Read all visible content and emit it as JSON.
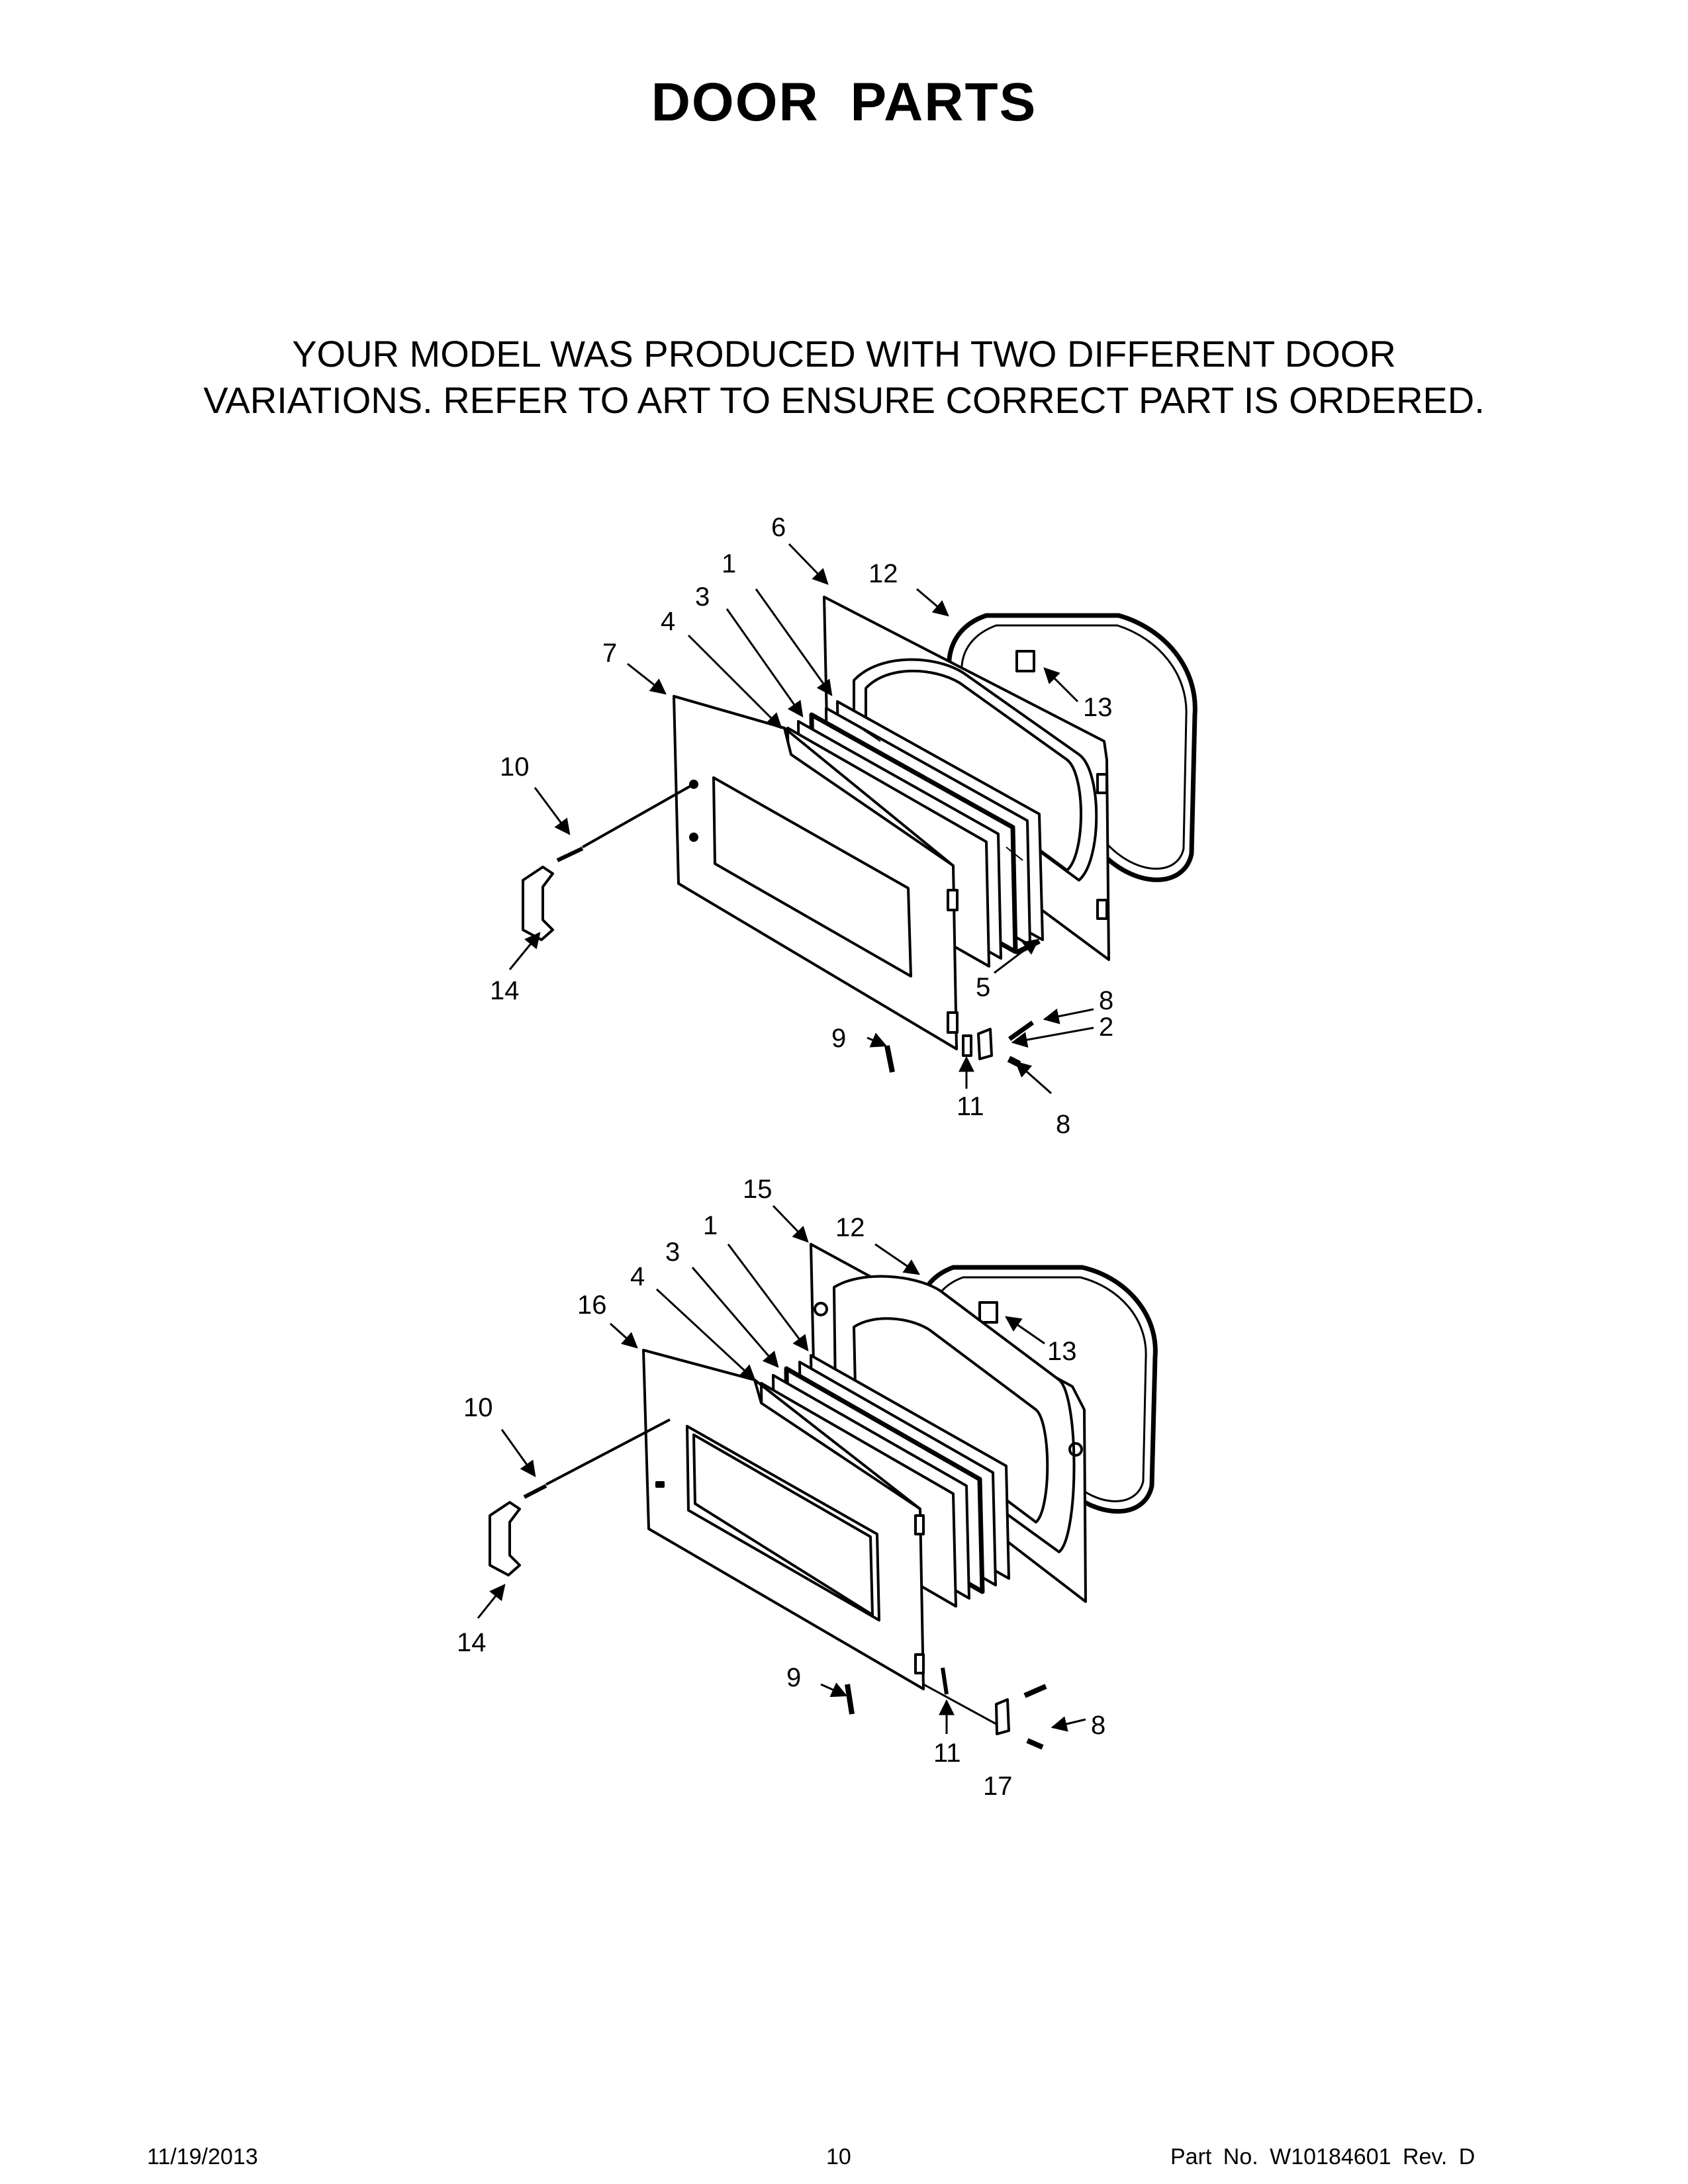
{
  "page": {
    "title": "DOOR PARTS",
    "notice_line1": "YOUR MODEL WAS PRODUCED WITH TWO DIFFERENT DOOR",
    "notice_line2": "VARIATIONS. REFER TO ART TO ENSURE CORRECT PART IS ORDERED."
  },
  "diagram_top": {
    "callouts": [
      "6",
      "1",
      "12",
      "3",
      "4",
      "7",
      "13",
      "10",
      "14",
      "5",
      "8",
      "2",
      "9",
      "11",
      "8"
    ]
  },
  "diagram_bottom": {
    "callouts": [
      "15",
      "1",
      "12",
      "3",
      "4",
      "16",
      "13",
      "10",
      "14",
      "9",
      "8",
      "11",
      "17"
    ]
  },
  "footer": {
    "date": "11/19/2013",
    "page_number": "10",
    "part_number": "Part No.  W10184601  Rev.  D"
  }
}
